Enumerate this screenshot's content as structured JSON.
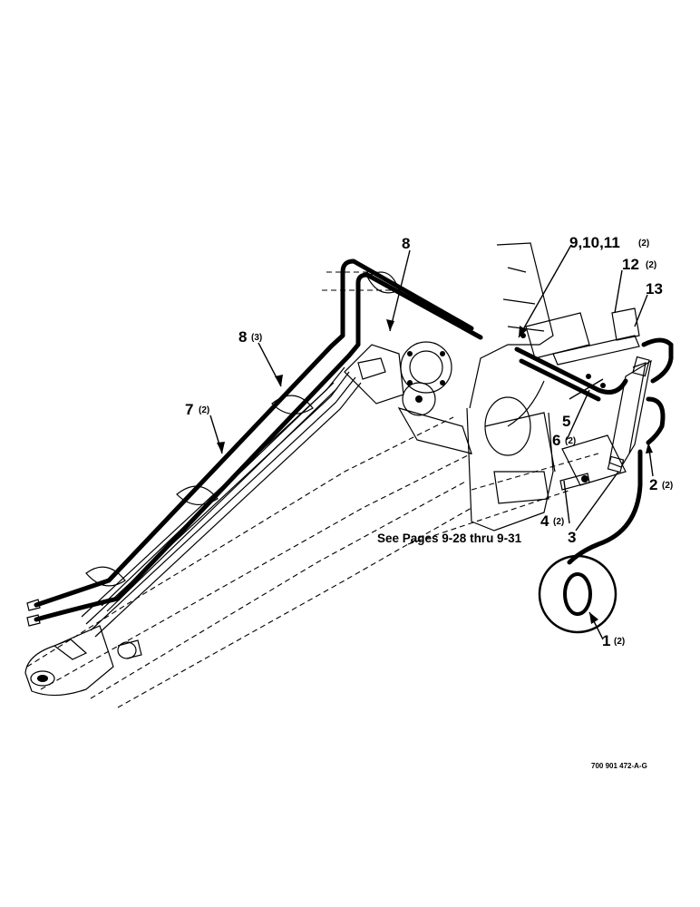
{
  "callouts": [
    {
      "id": "c1",
      "num": "1",
      "qty": "(2)"
    },
    {
      "id": "c2",
      "num": "2",
      "qty": "(2)"
    },
    {
      "id": "c3",
      "num": "3",
      "qty": ""
    },
    {
      "id": "c4",
      "num": "4",
      "qty": "(2)"
    },
    {
      "id": "c5",
      "num": "5",
      "qty": ""
    },
    {
      "id": "c6",
      "num": "6",
      "qty": "(2)"
    },
    {
      "id": "c7",
      "num": "7",
      "qty": "(2)"
    },
    {
      "id": "c8a",
      "num": "8",
      "qty": ""
    },
    {
      "id": "c8b",
      "num": "8",
      "qty": "(3)"
    },
    {
      "id": "c9",
      "num": "9,10,11",
      "qty": "(2)"
    },
    {
      "id": "c12",
      "num": "12",
      "qty": "(2)"
    },
    {
      "id": "c13",
      "num": "13",
      "qty": ""
    }
  ],
  "note": "See Pages 9-28 thru 9-31",
  "drawing_number": "700 901 472-A-G"
}
